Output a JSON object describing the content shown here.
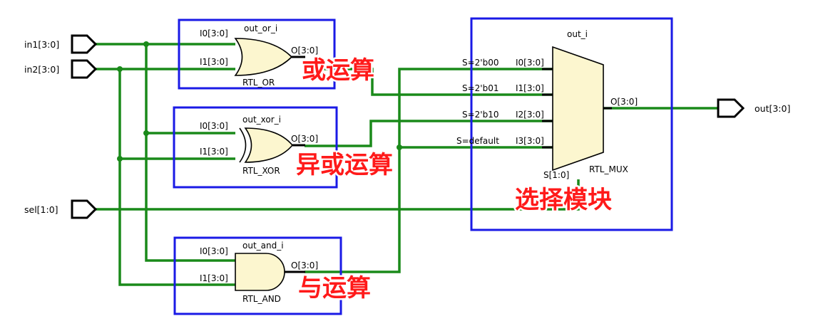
{
  "ports": {
    "in1": "in1[3:0]",
    "in2": "in2[3:0]",
    "sel": "sel[1:0]",
    "out": "out[3:0]"
  },
  "or_cell": {
    "instance": "out_or_i",
    "type": "RTL_OR",
    "in0": "I0[3:0]",
    "in1": "I1[3:0]",
    "out": "O[3:0]"
  },
  "xor_cell": {
    "instance": "out_xor_i",
    "type": "RTL_XOR",
    "in0": "I0[3:0]",
    "in1": "I1[3:0]",
    "out": "O[3:0]"
  },
  "and_cell": {
    "instance": "out_and_i",
    "type": "RTL_AND",
    "in0": "I0[3:0]",
    "in1": "I1[3:0]",
    "out": "O[3:0]"
  },
  "mux_cell": {
    "instance": "out_i",
    "type": "RTL_MUX",
    "case0": "S=2'b00",
    "case1": "S=2'b01",
    "case2": "S=2'b10",
    "case3": "S=default",
    "in0": "I0[3:0]",
    "in1": "I1[3:0]",
    "in2": "I2[3:0]",
    "in3": "I3[3:0]",
    "sel": "S[1:0]",
    "out": "O[3:0]"
  },
  "annotations": {
    "or": "或运算",
    "xor": "异或运算",
    "and": "与运算",
    "mux": "选择模块"
  },
  "colors": {
    "wire": "#1a8a1a",
    "highlight_box": "#1a1ae6",
    "gate_fill": "#fcf6cf",
    "annotation": "#ff1a1a"
  }
}
